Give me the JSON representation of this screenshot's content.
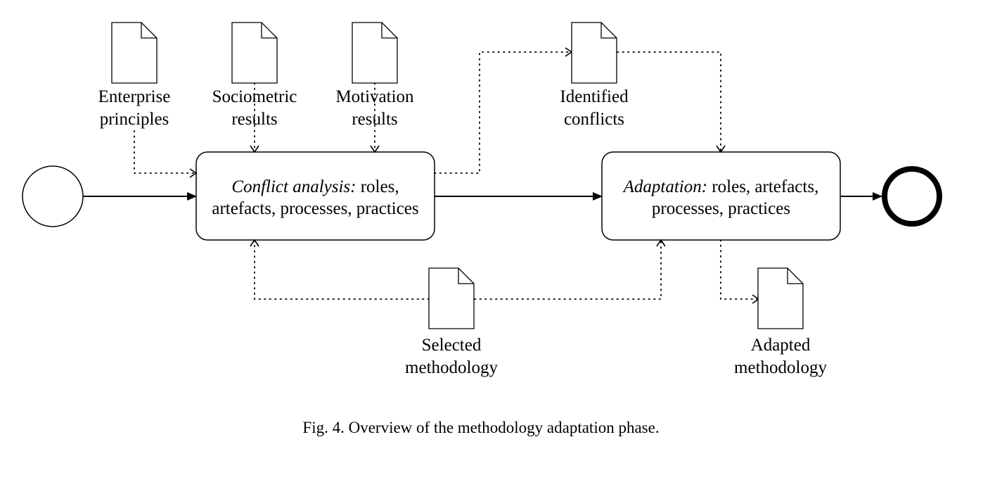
{
  "colors": {
    "stroke": "#000000",
    "background": "#ffffff"
  },
  "events": {
    "start": {
      "name": "start-event"
    },
    "end": {
      "name": "end-event"
    }
  },
  "tasks": [
    {
      "id": "conflict",
      "emph": "Conflict analysis:",
      "rest": " roles,",
      "line2": "artefacts, processes, practices"
    },
    {
      "id": "adaptation",
      "emph": "Adaptation:",
      "rest": " roles, artefacts,",
      "line2": "processes, practices"
    }
  ],
  "documents": [
    {
      "id": "enterprise",
      "lines": [
        "Enterprise",
        "principles"
      ]
    },
    {
      "id": "sociometric",
      "lines": [
        "Sociometric",
        "results"
      ]
    },
    {
      "id": "motivation",
      "lines": [
        "Motivation",
        "results"
      ]
    },
    {
      "id": "conflicts",
      "lines": [
        "Identified",
        "conflicts"
      ]
    },
    {
      "id": "selected",
      "lines": [
        "Selected",
        "methodology"
      ]
    },
    {
      "id": "adapted",
      "lines": [
        "Adapted",
        "methodology"
      ]
    }
  ],
  "caption": "Fig. 4. Overview of the methodology adaptation phase."
}
